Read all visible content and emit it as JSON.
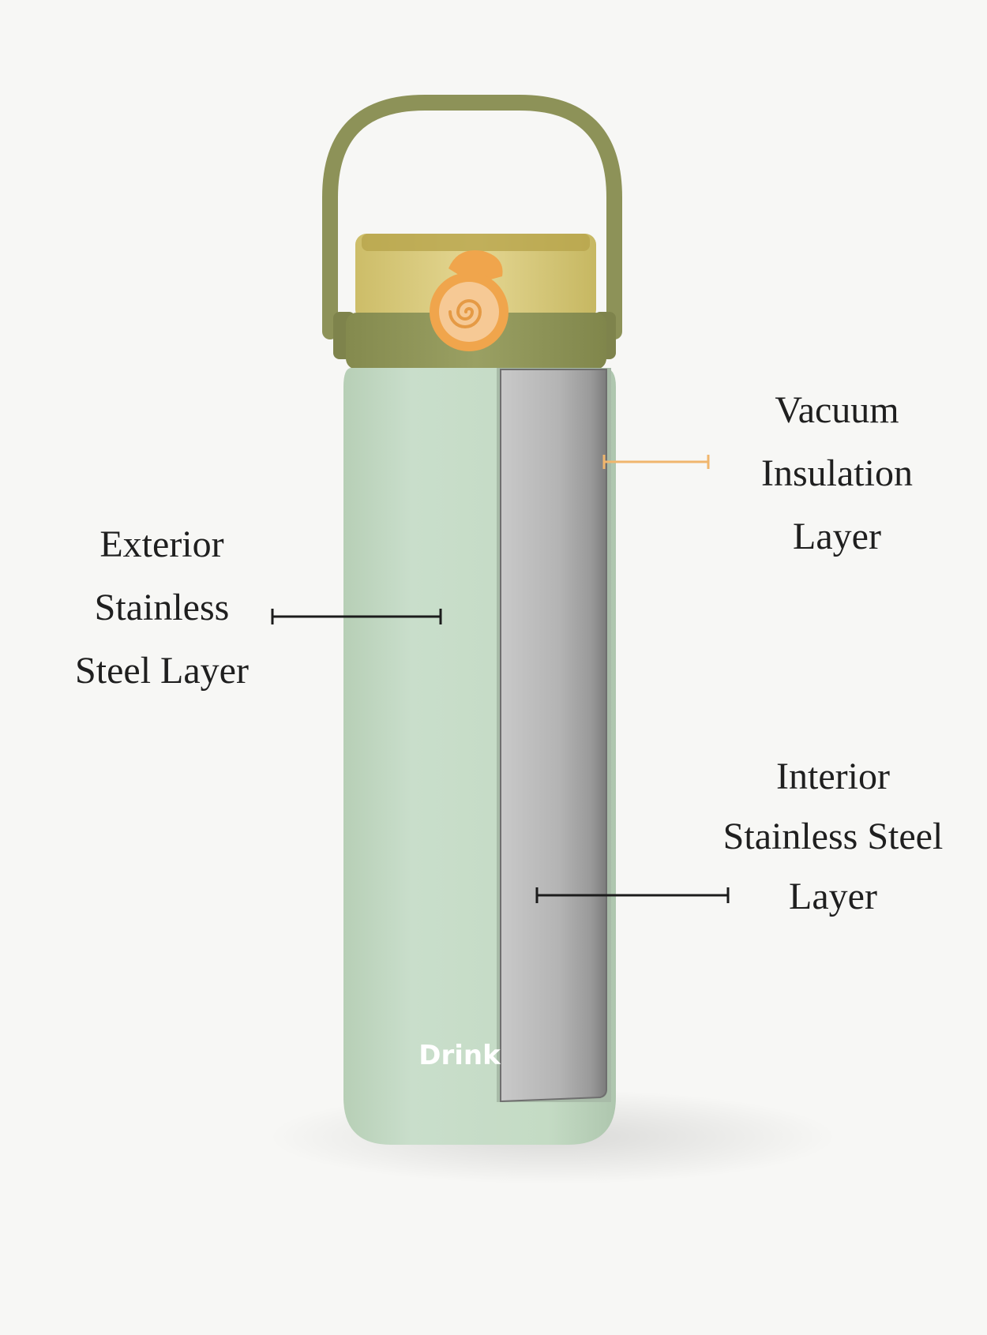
{
  "product": {
    "brand": "Drink",
    "colors": {
      "body": "#c6dcc5",
      "body_shadow": "#adc5ad",
      "cap_ring": "#8f9457",
      "handle": "#8d9258",
      "lid": "#d7c770",
      "button": "#f6c995",
      "button_ring": "#f0a54c",
      "inner_wall": "#bdbdbd",
      "inner_wall_dark": "#8e8e8e",
      "vacuum_leader": "#f0b66d",
      "leader": "#1c1c1c"
    }
  },
  "labels": {
    "exterior": {
      "line1": "Exterior",
      "line2": "Stainless",
      "line3": "Steel Layer"
    },
    "vacuum": {
      "line1": "Vacuum",
      "line2": "Insulation",
      "line3": "Layer"
    },
    "interior": {
      "line1": "Interior",
      "line2": "Stainless Steel",
      "line3": "Layer"
    }
  }
}
